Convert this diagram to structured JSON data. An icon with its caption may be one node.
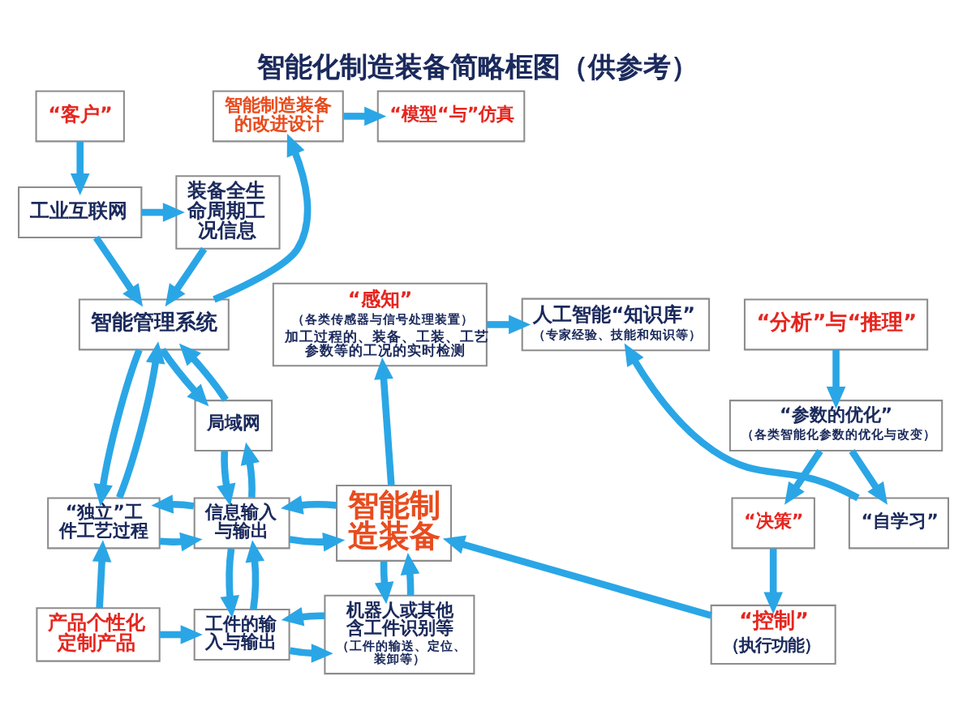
{
  "diagram": {
    "title": "智能化制造装备简略框图（供参考）",
    "nodes": [
      {
        "text": [
          "“客户”"
        ]
      },
      {
        "text": [
          "工业互联网"
        ]
      },
      {
        "text": [
          "装备全生命周期工况信息"
        ]
      },
      {
        "text": [
          "智能制造装备的改进设计"
        ]
      },
      {
        "text": [
          "“模型“与”仿真"
        ]
      },
      {
        "text": [
          "智能管理系统"
        ]
      },
      {
        "text": [
          "“感知”",
          "（各类传感器与信号处理装置）",
          "加工过程的、装备、工装、工艺参数等的工况的实时检测"
        ]
      },
      {
        "text": [
          "人工智能“知识库”",
          "（专家经验、技能和知识等）"
        ]
      },
      {
        "text": [
          "“分析”与“推理”"
        ]
      },
      {
        "text": [
          "局域网"
        ]
      },
      {
        "text": [
          "“参数的优化”",
          "（各类智能化参数的优化与改变）"
        ]
      },
      {
        "text": [
          "“独立”工件工艺过程"
        ]
      },
      {
        "text": [
          "信息输入与输出"
        ]
      },
      {
        "text": [
          "智能制造装备"
        ]
      },
      {
        "text": [
          "“决策”"
        ]
      },
      {
        "text": [
          "“自学习”"
        ]
      },
      {
        "text": [
          "产品个性化定制产品"
        ]
      },
      {
        "text": [
          "工件的输入与输出"
        ]
      },
      {
        "text": [
          "机器人或其他含工件识别等",
          "（工件的输送、定位、装卸等）"
        ]
      },
      {
        "text": [
          "“控制”",
          "（执行功能）"
        ]
      }
    ],
    "edges": [
      {
        "from": 0,
        "to": 1,
        "arrow": "to"
      },
      {
        "from": 1,
        "to": 2,
        "arrow": "to"
      },
      {
        "from": 1,
        "to": 5,
        "arrow": "to"
      },
      {
        "from": 2,
        "to": 5,
        "arrow": "to"
      },
      {
        "from": 5,
        "to": 3,
        "arrow": "to"
      },
      {
        "from": 3,
        "to": 4,
        "arrow": "to"
      },
      {
        "from": 6,
        "to": 7,
        "arrow": "to"
      },
      {
        "from": 8,
        "to": 10,
        "arrow": "to"
      },
      {
        "from": 10,
        "to": 14,
        "arrow": "to"
      },
      {
        "from": 10,
        "to": 15,
        "arrow": "to"
      },
      {
        "from": 15,
        "to": 7,
        "arrow": "to"
      },
      {
        "from": 14,
        "to": 19,
        "arrow": "to"
      },
      {
        "from": 19,
        "to": 13,
        "arrow": "to"
      },
      {
        "from": 13,
        "to": 6,
        "arrow": "to"
      },
      {
        "from": 5,
        "to": 11,
        "arrow": "to"
      },
      {
        "from": 11,
        "to": 5,
        "arrow": "to"
      },
      {
        "from": 5,
        "to": 9,
        "arrow": "to"
      },
      {
        "from": 9,
        "to": 5,
        "arrow": "to"
      },
      {
        "from": 9,
        "to": 12,
        "arrow": "to"
      },
      {
        "from": 12,
        "to": 9,
        "arrow": "to"
      },
      {
        "from": 11,
        "to": 12,
        "arrow": "to"
      },
      {
        "from": 12,
        "to": 11,
        "arrow": "to"
      },
      {
        "from": 12,
        "to": 13,
        "arrow": "to"
      },
      {
        "from": 13,
        "to": 12,
        "arrow": "to"
      },
      {
        "from": 16,
        "to": 11,
        "arrow": "to"
      },
      {
        "from": 16,
        "to": 17,
        "arrow": "to"
      },
      {
        "from": 17,
        "to": 12,
        "arrow": "to"
      },
      {
        "from": 12,
        "to": 17,
        "arrow": "to"
      },
      {
        "from": 17,
        "to": 18,
        "arrow": "to"
      },
      {
        "from": 18,
        "to": 17,
        "arrow": "to"
      },
      {
        "from": 13,
        "to": 18,
        "arrow": "to"
      },
      {
        "from": 18,
        "to": 13,
        "arrow": "to"
      }
    ]
  }
}
